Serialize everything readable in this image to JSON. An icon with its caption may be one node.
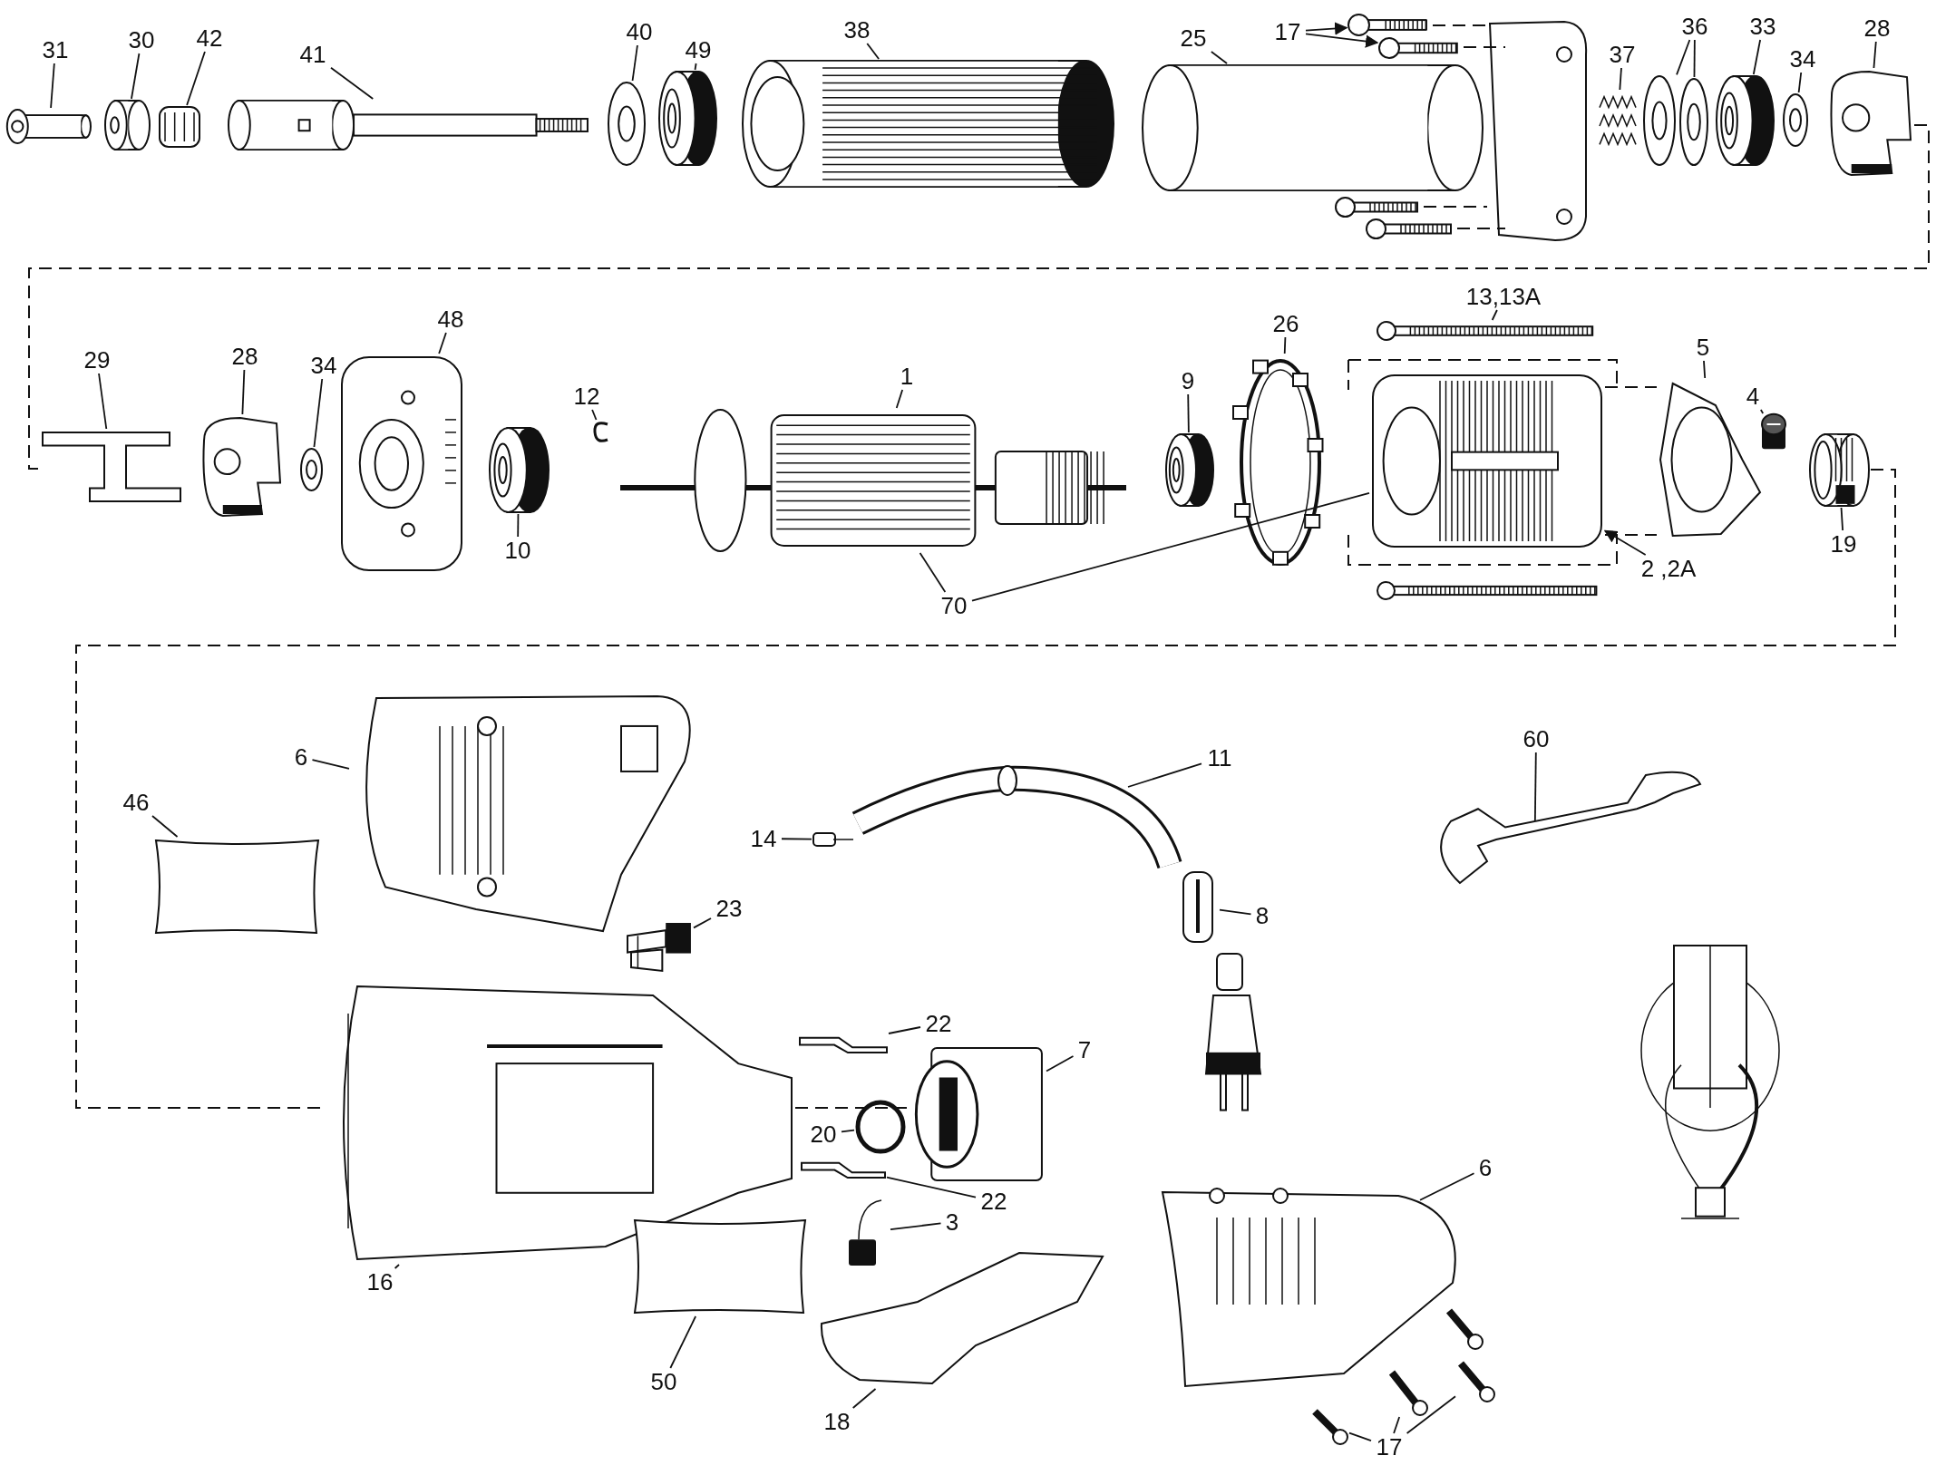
{
  "diagram": {
    "nodes": [
      {
        "text": [
          "31"
        ]
      },
      {
        "text": [],
        "shape": "picture"
      },
      {
        "text": [
          "30"
        ]
      },
      {
        "text": [],
        "shape": "picture"
      },
      {
        "text": [
          "42"
        ]
      },
      {
        "text": [],
        "shape": "picture"
      },
      {
        "text": [
          "41"
        ]
      },
      {
        "text": [],
        "shape": "picture"
      },
      {
        "text": [
          "40"
        ]
      },
      {
        "text": [],
        "shape": "picture"
      },
      {
        "text": [
          "49"
        ]
      },
      {
        "text": [],
        "shape": "picture"
      },
      {
        "text": [
          "38"
        ]
      },
      {
        "text": [],
        "shape": "picture"
      },
      {
        "text": [
          "25"
        ]
      },
      {
        "text": [],
        "shape": "picture"
      },
      {
        "text": [
          "17"
        ]
      },
      {
        "text": [],
        "shape": "picture"
      },
      {
        "text": [],
        "shape": "picture"
      },
      {
        "text": [
          "37"
        ]
      },
      {
        "text": [],
        "shape": "picture"
      },
      {
        "text": [
          "36"
        ]
      },
      {
        "text": [],
        "shape": "picture"
      },
      {
        "text": [],
        "shape": "picture"
      },
      {
        "text": [
          "33"
        ]
      },
      {
        "text": [],
        "shape": "picture"
      },
      {
        "text": [
          "34"
        ]
      },
      {
        "text": [],
        "shape": "picture"
      },
      {
        "text": [
          "28"
        ]
      },
      {
        "text": [],
        "shape": "picture"
      },
      {
        "text": [
          "29"
        ]
      },
      {
        "text": [],
        "shape": "picture"
      },
      {
        "text": [
          "28"
        ]
      },
      {
        "text": [],
        "shape": "picture"
      },
      {
        "text": [
          "34"
        ]
      },
      {
        "text": [],
        "shape": "picture"
      },
      {
        "text": [
          "48"
        ]
      },
      {
        "text": [],
        "shape": "picture"
      },
      {
        "text": [
          "12"
        ]
      },
      {
        "text": [],
        "shape": "picture"
      },
      {
        "text": [
          "10"
        ]
      },
      {
        "text": [],
        "shape": "picture"
      },
      {
        "text": [
          "1"
        ]
      },
      {
        "text": [],
        "shape": "picture"
      },
      {
        "text": [
          "9"
        ]
      },
      {
        "text": [],
        "shape": "picture"
      },
      {
        "text": [
          "26"
        ]
      },
      {
        "text": [],
        "shape": "picture"
      },
      {
        "text": [
          "13,13A"
        ]
      },
      {
        "text": [],
        "shape": "picture"
      },
      {
        "text": [
          "5"
        ]
      },
      {
        "text": [],
        "shape": "picture"
      },
      {
        "text": [
          "4"
        ]
      },
      {
        "text": [],
        "shape": "picture"
      },
      {
        "text": [
          "19"
        ]
      },
      {
        "text": [],
        "shape": "picture"
      },
      {
        "text": [
          "70"
        ]
      },
      {
        "text": [
          "2 ,2A"
        ]
      },
      {
        "text": [],
        "shape": "picture"
      },
      {
        "text": [
          "46"
        ]
      },
      {
        "text": [],
        "shape": "box"
      },
      {
        "text": [
          "6"
        ]
      },
      {
        "text": [],
        "shape": "picture"
      },
      {
        "text": [
          "14"
        ]
      },
      {
        "text": [],
        "shape": "picture"
      },
      {
        "text": [
          "11"
        ]
      },
      {
        "text": [],
        "shape": "picture"
      },
      {
        "text": [
          "60"
        ]
      },
      {
        "text": [],
        "shape": "picture"
      },
      {
        "text": [
          "8"
        ]
      },
      {
        "text": [],
        "shape": "picture"
      },
      {
        "text": [
          "23"
        ]
      },
      {
        "text": [],
        "shape": "picture"
      },
      {
        "text": [
          "22"
        ]
      },
      {
        "text": [],
        "shape": "picture"
      },
      {
        "text": [
          "7"
        ]
      },
      {
        "text": [],
        "shape": "picture"
      },
      {
        "text": [
          "20"
        ]
      },
      {
        "text": [],
        "shape": "circle"
      },
      {
        "text": [
          "22"
        ]
      },
      {
        "text": [],
        "shape": "picture"
      },
      {
        "text": [
          "3"
        ]
      },
      {
        "text": [],
        "shape": "picture"
      },
      {
        "text": [
          "6"
        ]
      },
      {
        "text": [],
        "shape": "picture"
      },
      {
        "text": [
          "16"
        ]
      },
      {
        "text": [],
        "shape": "picture"
      },
      {
        "text": [
          "50"
        ]
      },
      {
        "text": [],
        "shape": "box"
      },
      {
        "text": [
          "18"
        ]
      },
      {
        "text": [],
        "shape": "picture"
      },
      {
        "text": [
          "17"
        ]
      },
      {
        "text": [],
        "shape": "picture"
      },
      {
        "text": [],
        "shape": "picture"
      },
      {
        "text": [],
        "shape": "picture"
      }
    ],
    "edges": [
      {
        "from": 0,
        "to": 1,
        "arrow": "none"
      },
      {
        "from": 2,
        "to": 3,
        "arrow": "none"
      },
      {
        "from": 4,
        "to": 5,
        "arrow": "none"
      },
      {
        "from": 6,
        "to": 7,
        "arrow": "none"
      },
      {
        "from": 8,
        "to": 9,
        "arrow": "none"
      },
      {
        "from": 10,
        "to": 11,
        "arrow": "none"
      },
      {
        "from": 12,
        "to": 13,
        "arrow": "none"
      },
      {
        "from": 14,
        "to": 15,
        "arrow": "none"
      },
      {
        "from": 16,
        "to": 17,
        "arrow": "to"
      },
      {
        "from": 16,
        "to": 18,
        "arrow": "to"
      },
      {
        "from": 19,
        "to": 20,
        "arrow": "none"
      },
      {
        "from": 21,
        "to": 22,
        "arrow": "none"
      },
      {
        "from": 21,
        "to": 23,
        "arrow": "none"
      },
      {
        "from": 24,
        "to": 25,
        "arrow": "none"
      },
      {
        "from": 26,
        "to": 27,
        "arrow": "none"
      },
      {
        "from": 28,
        "to": 29,
        "arrow": "none"
      },
      {
        "from": 30,
        "to": 31,
        "arrow": "none"
      },
      {
        "from": 32,
        "to": 33,
        "arrow": "none"
      },
      {
        "from": 34,
        "to": 35,
        "arrow": "none"
      },
      {
        "from": 36,
        "to": 37,
        "arrow": "none"
      },
      {
        "from": 38,
        "to": 39,
        "arrow": "none"
      },
      {
        "from": 40,
        "to": 41,
        "arrow": "none"
      },
      {
        "from": 42,
        "to": 43,
        "arrow": "none"
      },
      {
        "from": 44,
        "to": 45,
        "arrow": "none"
      },
      {
        "from": 46,
        "to": 47,
        "arrow": "none"
      },
      {
        "from": 48,
        "to": 49,
        "arrow": "none"
      },
      {
        "from": 50,
        "to": 51,
        "arrow": "none"
      },
      {
        "from": 52,
        "to": 53,
        "arrow": "none"
      },
      {
        "from": 54,
        "to": 55,
        "arrow": "none"
      },
      {
        "from": 56,
        "to": 43,
        "arrow": "none"
      },
      {
        "from": 56,
        "to": 58,
        "arrow": "none"
      },
      {
        "from": 57,
        "to": 58,
        "arrow": "to"
      },
      {
        "from": 59,
        "to": 60,
        "arrow": "none"
      },
      {
        "from": 61,
        "to": 62,
        "arrow": "none"
      },
      {
        "from": 63,
        "to": 64,
        "arrow": "none"
      },
      {
        "from": 65,
        "to": 66,
        "arrow": "none"
      },
      {
        "from": 67,
        "to": 68,
        "arrow": "none"
      },
      {
        "from": 69,
        "to": 70,
        "arrow": "none"
      },
      {
        "from": 71,
        "to": 72,
        "arrow": "none"
      },
      {
        "from": 73,
        "to": 74,
        "arrow": "none"
      },
      {
        "from": 75,
        "to": 76,
        "arrow": "none"
      },
      {
        "from": 77,
        "to": 78,
        "arrow": "none"
      },
      {
        "from": 79,
        "to": 80,
        "arrow": "none"
      },
      {
        "from": 81,
        "to": 82,
        "arrow": "none"
      },
      {
        "from": 83,
        "to": 84,
        "arrow": "none"
      },
      {
        "from": 85,
        "to": 86,
        "arrow": "none"
      },
      {
        "from": 87,
        "to": 88,
        "arrow": "none"
      },
      {
        "from": 89,
        "to": 90,
        "arrow": "none"
      },
      {
        "from": 91,
        "to": 92,
        "arrow": "none"
      },
      {
        "from": 91,
        "to": 93,
        "arrow": "none"
      },
      {
        "from": 91,
        "to": 94,
        "arrow": "none"
      }
    ]
  }
}
